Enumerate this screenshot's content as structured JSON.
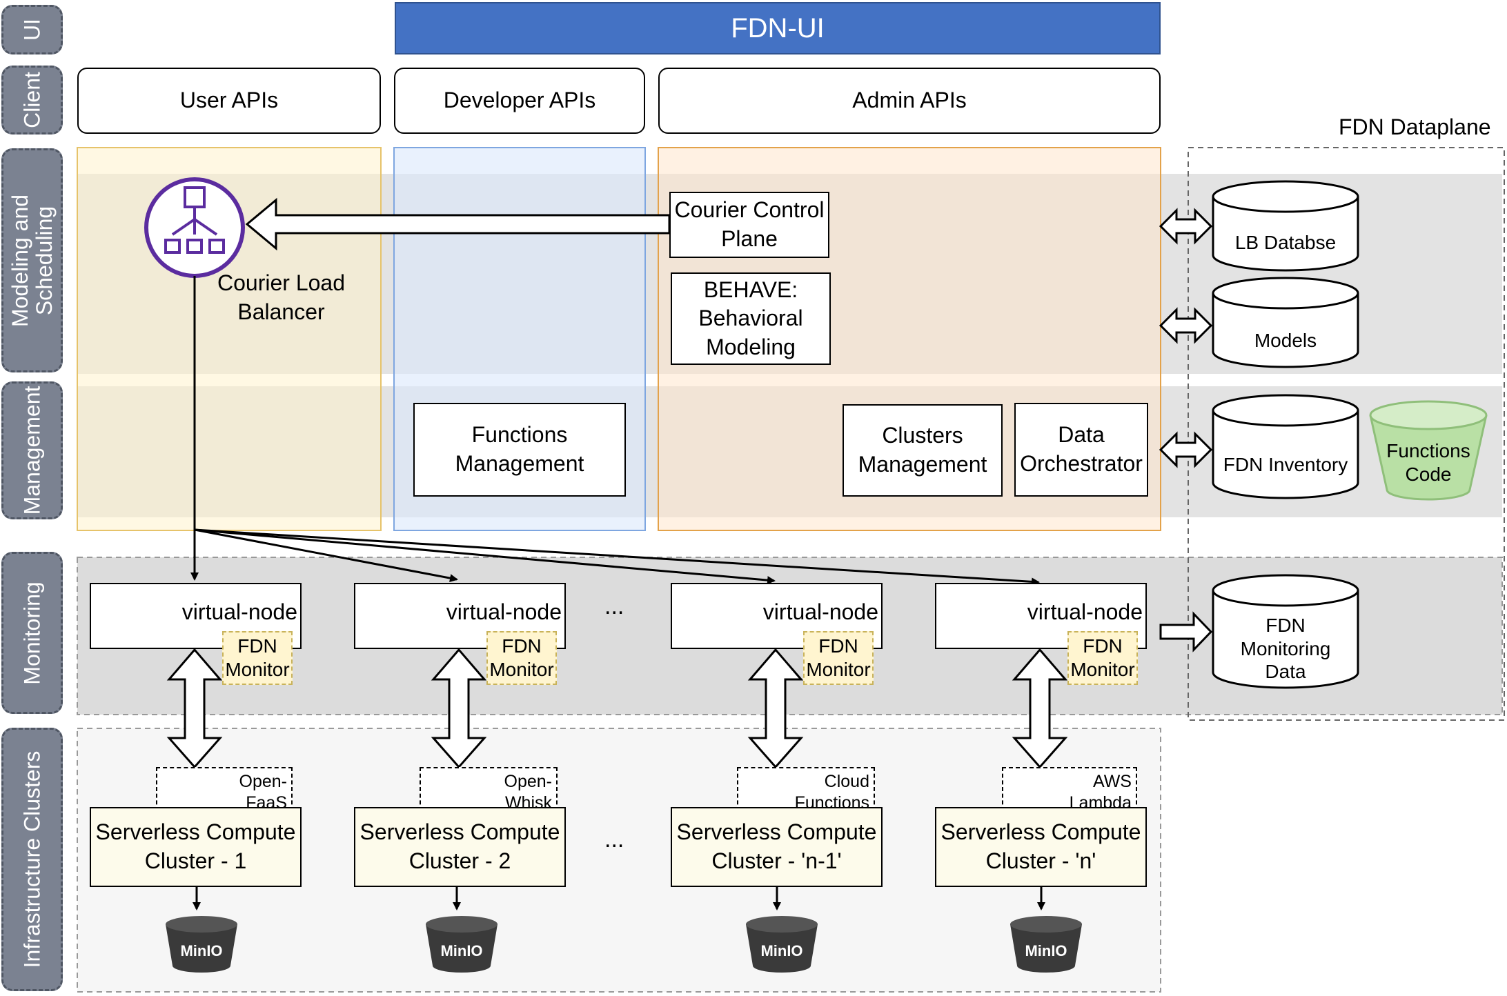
{
  "ui_title": "FDN-UI",
  "layers": {
    "ui": "UI",
    "client": "Client",
    "modeling": "Modeling and Scheduling",
    "management": "Management",
    "monitoring": "Monitoring",
    "infrastructure": "Infrastructure Clusters"
  },
  "apis": {
    "user": "User APIs",
    "developer": "Developer APIs",
    "admin": "Admin APIs"
  },
  "dataplane_title": "FDN Dataplane",
  "load_balancer": "Courier Load Balancer",
  "control_plane": "Courier Control Plane",
  "behave": "BEHAVE: Behavioral Modeling",
  "functions_management": "Functions Management",
  "clusters_management": "Clusters Management",
  "data_orchestrator": "Data Orchestrator",
  "stores": {
    "lb": "LB Databse",
    "models": "Models",
    "inventory": "FDN Inventory",
    "functions_code": "Functions Code",
    "monitoring_data": "FDN Monitoring Data"
  },
  "virtual_node": "virtual-node",
  "fdn_monitor": "FDN Monitor",
  "ellipsis": "...",
  "clusters": [
    {
      "provider": "Open-FaaS",
      "name": "Serverless Compute Cluster - 1"
    },
    {
      "provider": "Open-Whisk",
      "name": "Serverless Compute Cluster - 2"
    },
    {
      "provider": "Cloud Functions",
      "name": "Serverless Compute Cluster - 'n-1'"
    },
    {
      "provider": "AWS Lambda",
      "name": "Serverless Compute Cluster - 'n'"
    }
  ],
  "storage_label": "MinIO",
  "colors": {
    "ui_bar": "#4472c4",
    "user_column": "#fff2cc",
    "developer_column": "#dae8fc",
    "admin_column": "#ffe6cc",
    "layer_band": "#e0e0e0",
    "sidebar": "#7b8291",
    "balancer": "#5b2c9f",
    "kubernetes": "#326ce5",
    "functions_code": "#b9e0a5"
  }
}
